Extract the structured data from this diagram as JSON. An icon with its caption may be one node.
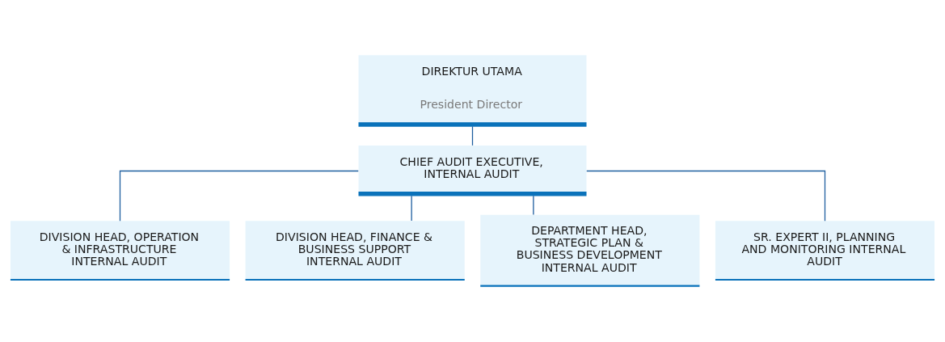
{
  "diagram": {
    "nodes": [
      {
        "text": [
          "DIREKTUR UTAMA",
          "President Director"
        ]
      },
      {
        "text": [
          "CHIEF AUDIT EXECUTIVE, INTERNAL AUDIT"
        ]
      },
      {
        "text": [
          "DIVISION HEAD, OPERATION & INFRASTRUCTURE INTERNAL AUDIT"
        ]
      },
      {
        "text": [
          "DIVISION HEAD, FINANCE & BUSINESS SUPPORT INTERNAL AUDIT"
        ]
      },
      {
        "text": [
          "DEPARTMENT HEAD, STRATEGIC PLAN & BUSINESS DEVELOPMENT INTERNAL AUDIT"
        ]
      },
      {
        "text": [
          "SR. EXPERT II, PLANNING AND MONITORING INTERNAL AUDIT"
        ]
      }
    ],
    "edges": [
      {
        "from": 0,
        "to": 1,
        "arrow": "none"
      },
      {
        "from": 1,
        "to": 2,
        "arrow": "none"
      },
      {
        "from": 1,
        "to": 3,
        "arrow": "none"
      },
      {
        "from": 1,
        "to": 4,
        "arrow": "none"
      },
      {
        "from": 1,
        "to": 5,
        "arrow": "none"
      }
    ]
  }
}
